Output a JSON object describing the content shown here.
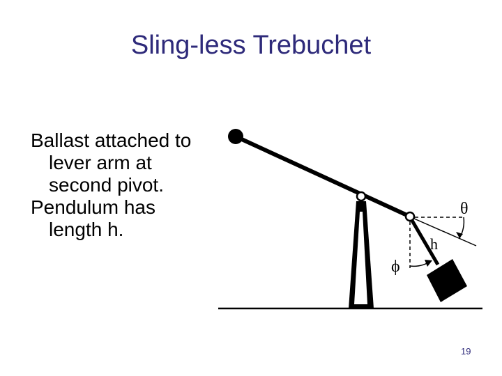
{
  "slide": {
    "title": "Sling-less Trebuchet",
    "body": [
      "Ballast attached to lever arm at second pivot.",
      "Pendulum has length h."
    ],
    "page_number": "19"
  },
  "diagram": {
    "labels": {
      "theta": "θ",
      "h": "h",
      "phi": "ϕ"
    }
  },
  "colors": {
    "title": "#2e2a7a",
    "text": "#000000",
    "page_number": "#2e2a7a"
  }
}
